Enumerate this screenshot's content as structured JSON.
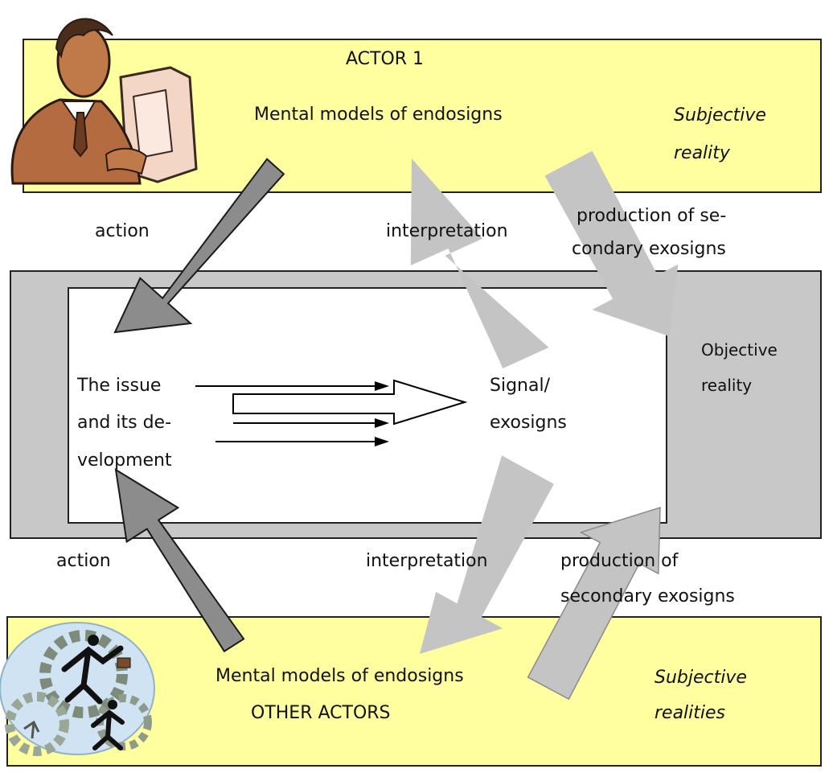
{
  "actor1": {
    "title": "ACTOR 1",
    "models": "Mental models of endosigns",
    "reality_line1": "Subjective",
    "reality_line2": "reality"
  },
  "middle": {
    "action_top": "action",
    "interpretation_top": "interpretation",
    "production_top_line1": "production of se-",
    "production_top_line2": "condary exosigns",
    "issue_line1": "The issue",
    "issue_line2": "and its de-",
    "issue_line3": "velopment",
    "signal_line1": "Signal/",
    "signal_line2": "exosigns",
    "objective_line1": "Objective",
    "objective_line2": "reality",
    "action_bottom": "action",
    "interpretation_bottom": "interpretation",
    "production_bottom_line1": "production of",
    "production_bottom_line2": "secondary exosigns"
  },
  "others": {
    "models": "Mental models of endosigns",
    "title": "OTHER ACTORS",
    "reality_line1": "Subjective",
    "reality_line2": "realities"
  },
  "colors": {
    "yellow_box": "#ffffa0",
    "gray_box": "#c8c8c8",
    "dark_arrow": "#8c8c8c",
    "light_arrow": "#c4c4c4"
  }
}
